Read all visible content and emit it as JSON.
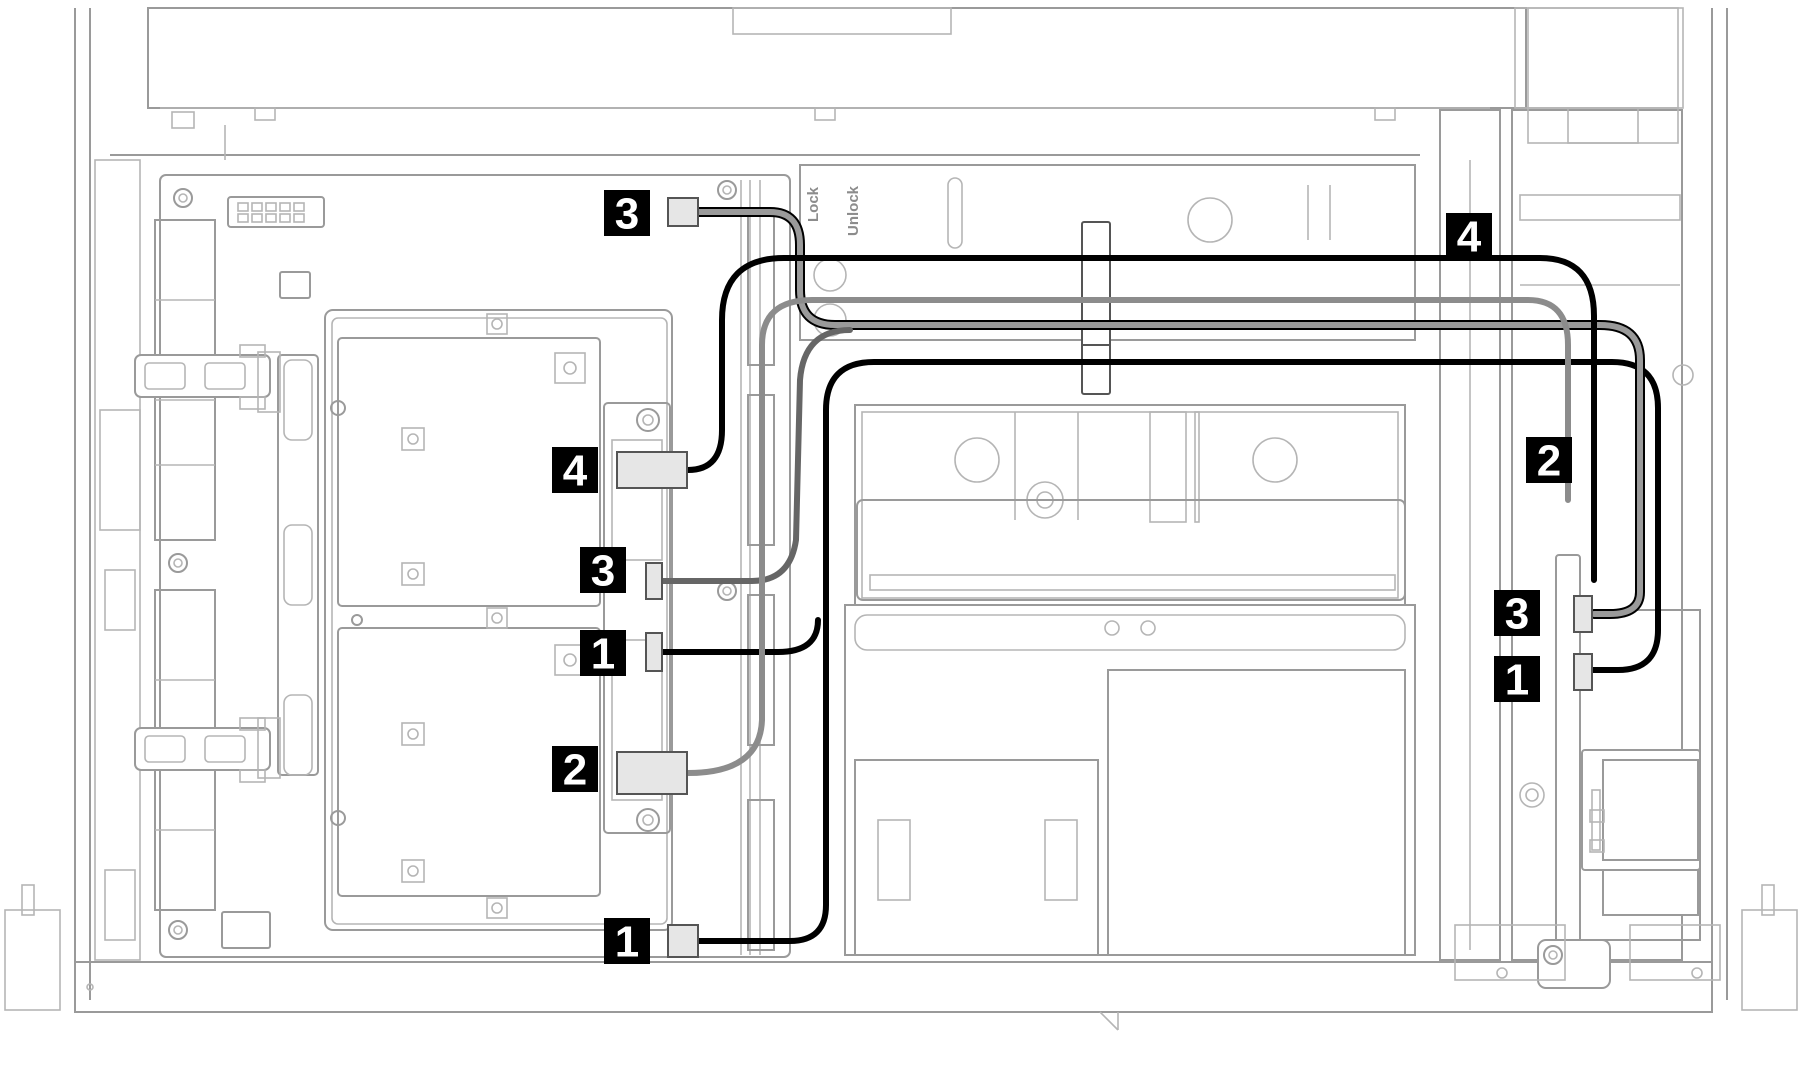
{
  "colors": {
    "frame_line": "#9a9a9a",
    "cable_black": "#000000",
    "cable_gray": "#8c8c8c",
    "cable_dark_gray": "#555555",
    "callout_bg": "#000000",
    "callout_fg": "#ffffff"
  },
  "labels": {
    "lock": "Lock",
    "unlock": "Unlock"
  },
  "callouts": {
    "left_3_top": "3",
    "left_4": "4",
    "left_3": "3",
    "left_1_mid": "1",
    "left_2": "2",
    "left_1_bottom": "1",
    "right_4": "4",
    "right_2": "2",
    "right_3": "3",
    "right_1": "1"
  }
}
